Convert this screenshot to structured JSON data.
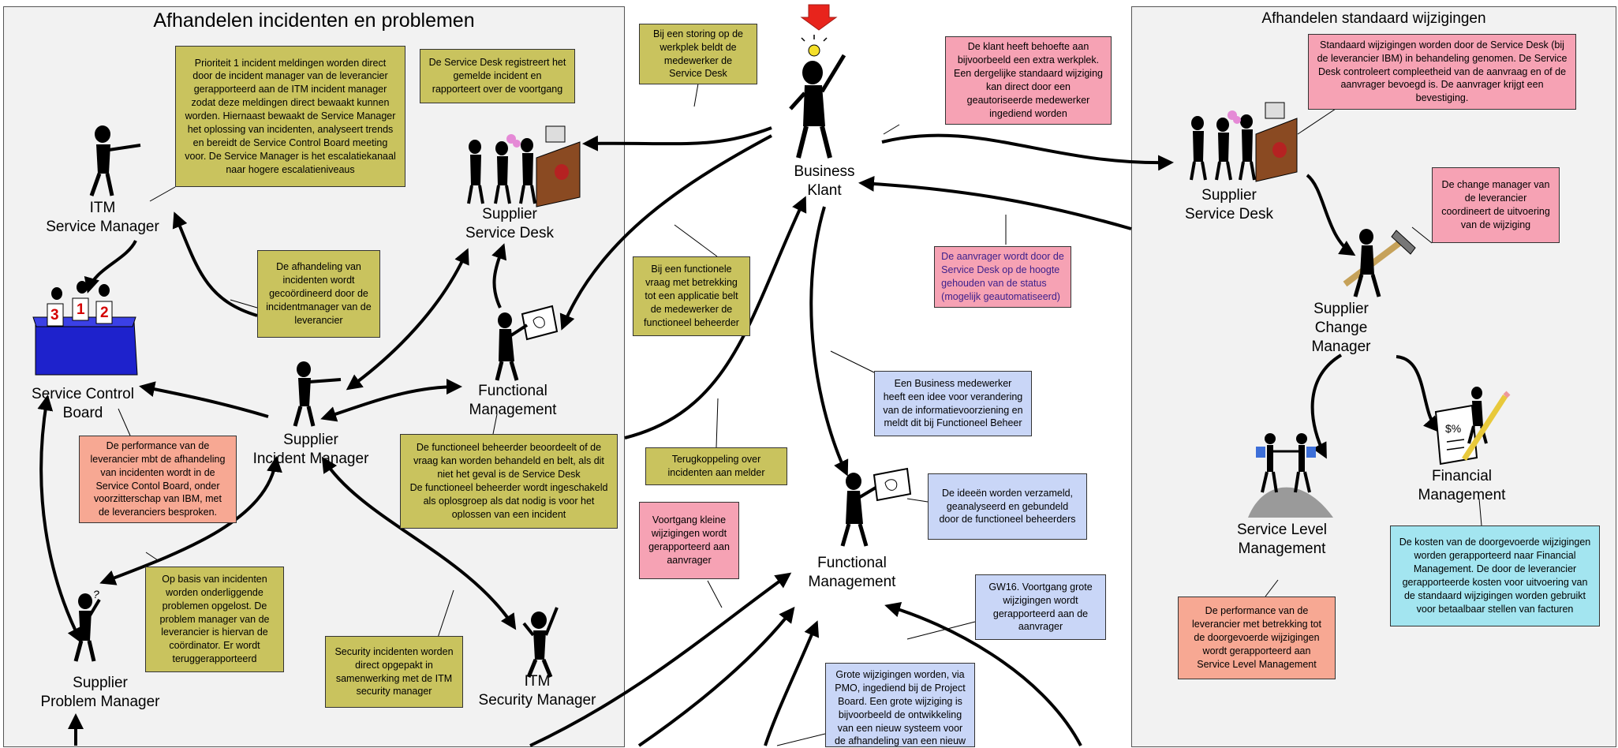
{
  "panels": {
    "left_title": "Afhandelen incidenten en problemen",
    "right_title": "Afhandelen standaard wijzigingen"
  },
  "roles": {
    "itm_service_manager": [
      "ITM",
      "Service Manager"
    ],
    "service_control_board": [
      "Service Control",
      "Board"
    ],
    "supplier_service_desk_left": [
      "Supplier",
      "Service Desk"
    ],
    "functional_management_left": [
      "Functional",
      "Management"
    ],
    "supplier_incident_manager": [
      "Supplier",
      "Incident  Manager"
    ],
    "supplier_problem_manager": [
      "Supplier",
      "Problem Manager"
    ],
    "itm_security_manager": [
      "ITM",
      "Security Manager"
    ],
    "business_klant": [
      "Business",
      "Klant"
    ],
    "functional_management_center": [
      "Functional",
      "Management"
    ],
    "supplier_service_desk_right": [
      "Supplier",
      "Service Desk"
    ],
    "supplier_change_manager": [
      "Supplier",
      "Change",
      "Manager"
    ],
    "service_level_management": [
      "Service Level",
      "Management"
    ],
    "financial_management": [
      "Financial",
      "Management"
    ]
  },
  "notes": {
    "prio1": [
      "Prioriteit 1 incident meldingen worden direct",
      "door de incident manager van de leverancier",
      "gerapporteerd aan de ITM incident manager",
      "zodat deze meldingen direct bewaakt kunnen",
      "worden. Hiernaast bewaakt de Service Manager",
      "het oplossing van incidenten, analyseert trends",
      "en bereidt de Service Control Board meeting",
      "voor. De Service Manager is het escalatiekanaal",
      "naar hogere escalatieniveaus"
    ],
    "sd_registers": [
      "De Service Desk registreert het",
      "gemelde incident en",
      "rapporteert over de voortgang"
    ],
    "storing": [
      "Bij een storing op de",
      "werkplek beldt de",
      "medewerker de",
      "Service Desk"
    ],
    "coordinated": [
      "De afhandeling van",
      "incidenten wordt",
      "gecoördineerd door de",
      "incidentmanager van de",
      "leverancier"
    ],
    "functionele_vraag": [
      "Bij een functionele",
      "vraag met betrekking",
      "tot een applicatie belt",
      "de medewerker de",
      "functioneel beheerder"
    ],
    "klant_behoefte": [
      "De klant heeft behoefte aan",
      "bijvoorbeeld een extra werkplek.",
      "Een dergelijke standaard wijziging",
      "kan direct door een",
      "geautoriseerde medewerker",
      "ingediend worden"
    ],
    "aanvrager_hoogte": [
      "De aanvrager wordt door de",
      "Service Desk op de hoogte",
      "gehouden van de status",
      "(mogelijk geautomatiseerd)"
    ],
    "standaard_wijz": [
      "Standaard wijzigingen worden door de Service Desk (bij",
      "de leverancier IBM) in behandeling genomen. De Service",
      "Desk controleert compleetheid van de aanvraag en of de",
      "aanvrager bevoegd is. De aanvrager krijgt een",
      "bevestiging."
    ],
    "change_manager": [
      "De change manager van",
      "de leverancier",
      "coordineert de uitvoering",
      "van de wijziging"
    ],
    "performance_scb": [
      "De performance van de",
      "leverancier mbt de afhandeling",
      "van incidenten wordt in de",
      "Service Contol Board, onder",
      "voorzitterschap van IBM,  met",
      "de leveranciers besproken."
    ],
    "func_beheerder": [
      "De functioneel beheerder beoordeelt of de",
      "vraag kan worden behandeld en belt, als dit",
      "niet het geval is de Service Desk",
      "De functioneel beheerder wordt ingeschakeld",
      "als oplosgroep als dat nodig is voor het",
      "oplossen van een incident"
    ],
    "terugkoppeling": [
      "Terugkoppeling over",
      "incidenten aan melder"
    ],
    "business_idee": [
      "Een Business medewerker",
      "heeft een idee voor verandering",
      "van de informatievoorziening en",
      "meldt dit bij Functioneel Beheer"
    ],
    "ideeen": [
      "De ideeën worden verzameld,",
      "geanalyseerd en gebundeld",
      "door de functioneel beheerders"
    ],
    "voortgang_klein": [
      "Voortgang kleine",
      "wijzigingen wordt",
      "gerapporteerd aan",
      "aanvrager"
    ],
    "gw16": [
      "GW16. Voortgang grote",
      "wijzigingen wordt",
      "gerapporteerd aan de",
      "aanvrager"
    ],
    "grote_wijz": [
      "Grote wijzigingen worden, via",
      "PMO, ingediend bij de Project",
      "Board. Een grote wijziging is",
      "bijvoorbeeld de ontwikkeling",
      "van een nieuw systeem voor",
      "de afhandeling van een nieuw"
    ],
    "problemen": [
      "Op basis van incidenten",
      "worden onderliggende",
      "problemen opgelost. De",
      "problem manager van de",
      "leverancier is hiervan de",
      "coördinator. Er wordt",
      "teruggerapporteerd"
    ],
    "security": [
      "Security incidenten worden",
      "direct opgepakt in",
      "samenwerking met de ITM",
      "security manager"
    ],
    "performance_slm": [
      "De performance van de",
      "leverancier met betrekking tot",
      "de doorgevoerde wijzigingen",
      "wordt gerapporteerd aan",
      "Service Level Management"
    ],
    "kosten": [
      "De kosten van de doorgevoerde wijzigingen",
      "worden gerapporteerd naar Financial",
      "Management. De door de leverancier",
      "gerapporteerde kosten voor uitvoering van",
      "de standaard wijzigingen worden gebruikt",
      "voor betaalbaar stellen van facturen"
    ]
  },
  "scb_cards": [
    "3",
    "1",
    "2"
  ],
  "fin_glyph": "$%",
  "colors": {
    "olive": "#c9c35e",
    "pink": "#f6a2b4",
    "blue": "#c9d6f7",
    "salmon": "#f7a893",
    "cyan": "#a3e5f0",
    "panel": "#f2f2f2",
    "start_arrow": "#e8241c"
  }
}
